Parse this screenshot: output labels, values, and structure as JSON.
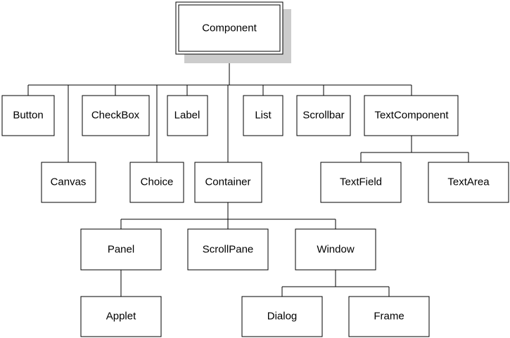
{
  "diagram": {
    "nodes": {
      "component": "Component",
      "button": "Button",
      "canvas": "Canvas",
      "checkbox": "CheckBox",
      "choice": "Choice",
      "label": "Label",
      "container": "Container",
      "list": "List",
      "scrollbar": "Scrollbar",
      "textcomponent": "TextComponent",
      "textfield": "TextField",
      "textarea": "TextArea",
      "panel": "Panel",
      "scrollpane": "ScrollPane",
      "window": "Window",
      "applet": "Applet",
      "dialog": "Dialog",
      "frame": "Frame"
    },
    "colors": {
      "shadow": "#cccccc",
      "stroke": "#000000",
      "background": "#ffffff"
    }
  }
}
